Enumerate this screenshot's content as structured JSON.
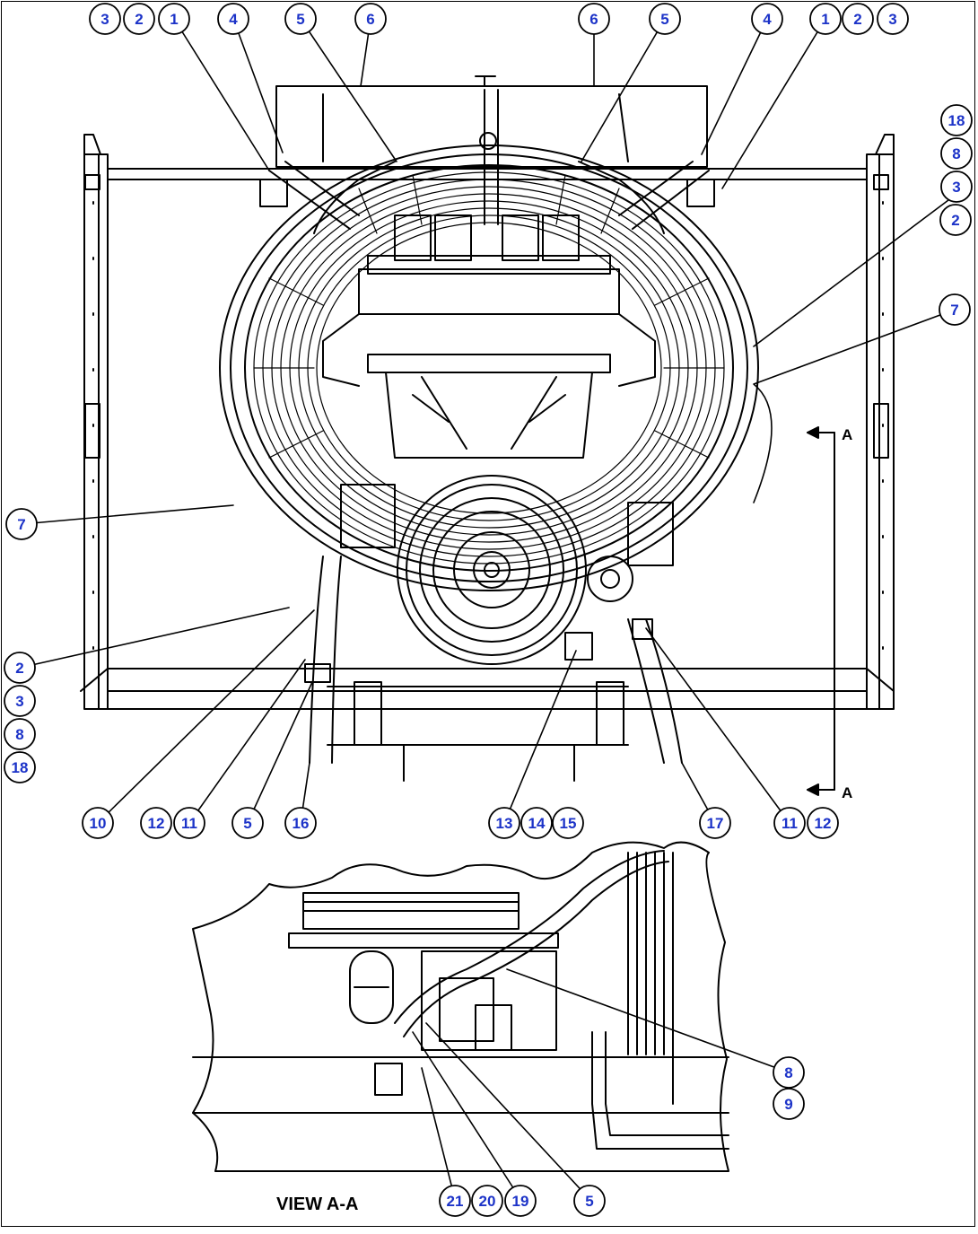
{
  "views": {
    "section_view_label": "VIEW A-A",
    "section_marker": "A"
  },
  "colors": {
    "callout_text": "#1c33c8",
    "line": "#000000",
    "background": "#ffffff"
  },
  "callouts": [
    "3",
    "2",
    "1",
    "4",
    "5",
    "6",
    "6",
    "5",
    "4",
    "1",
    "2",
    "3",
    "18",
    "8",
    "3",
    "2",
    "7",
    "7",
    "2",
    "3",
    "8",
    "18",
    "10",
    "12",
    "11",
    "5",
    "16",
    "13",
    "14",
    "15",
    "17",
    "11",
    "12",
    "8",
    "9",
    "21",
    "20",
    "19",
    "5"
  ]
}
